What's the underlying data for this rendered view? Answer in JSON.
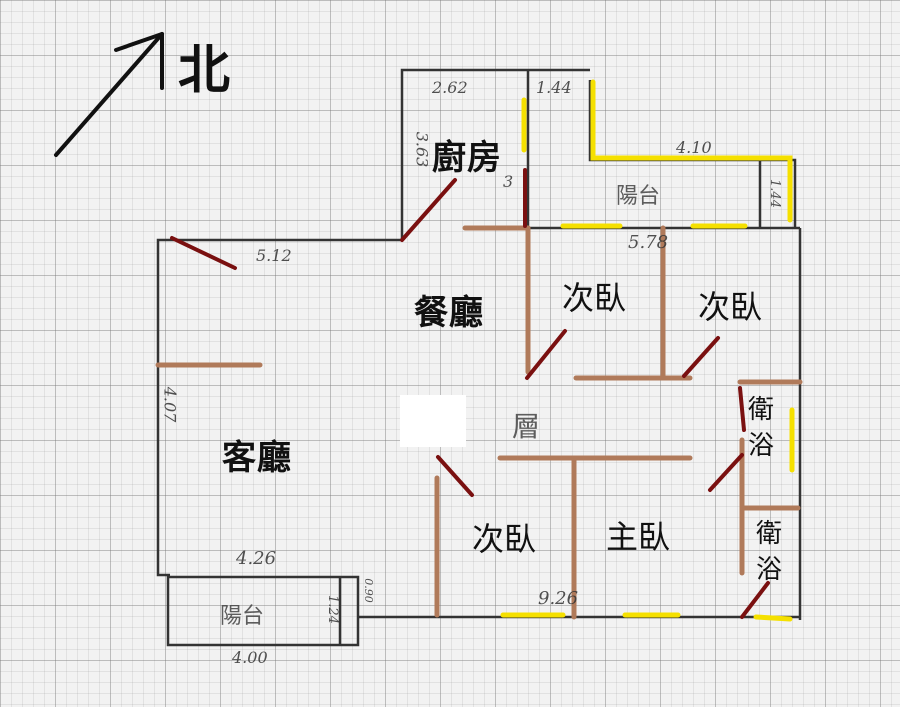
{
  "compass": {
    "icon": "north-arrow-icon",
    "label": "北"
  },
  "colors": {
    "wall": "#333333",
    "partition": "#b07a5a",
    "door": "#7a1010",
    "window": "#f5e000",
    "background": "#f2f2f2"
  },
  "rooms": {
    "kitchen": "廚房",
    "dining": "餐廳",
    "living": "客廳",
    "bedroom_north_1": "次臥",
    "bedroom_north_2": "次臥",
    "bedroom_south": "次臥",
    "master_bedroom": "主臥",
    "bathroom_1": "衛浴",
    "bathroom_2": "衛浴",
    "balcony_north": "陽台",
    "balcony_south": "陽台",
    "hall_note": "層"
  },
  "dimensions": {
    "kitchen_width": "2.62",
    "kitchen_side_width": "1.44",
    "kitchen_depth_left": "3.63",
    "kitchen_depth_right": "3",
    "north_balcony_width": "4.10",
    "north_balcony_depth": "1.44",
    "north_bedrooms_width": "5.78",
    "living_top": "5.12",
    "living_side": "4.07",
    "living_bottom": "4.26",
    "south_balcony_width": "4.00",
    "south_balcony_depth": "1.24",
    "south_step": "0.90",
    "south_rooms_width": "9.26"
  }
}
